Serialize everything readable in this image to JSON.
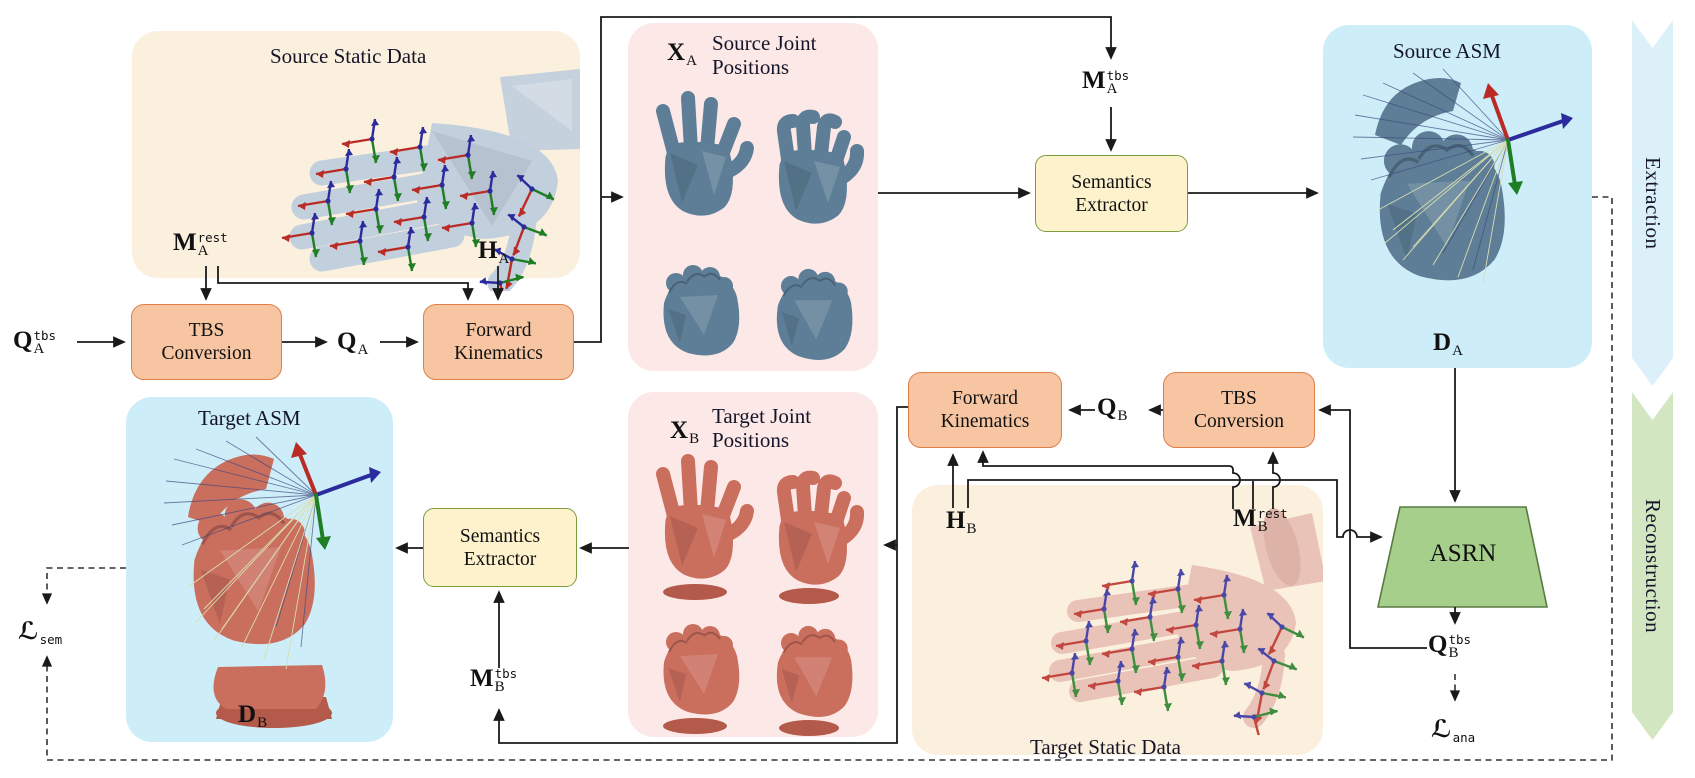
{
  "colors": {
    "box_cream": "#fbf0dd",
    "box_pink": "#fce9e7",
    "box_blue": "#cdeef8",
    "box_orange_fill": "#f7c5a2",
    "box_orange_border": "#df8049",
    "box_yellow_fill": "#fdf2cc",
    "box_yellow_border": "#7d9c3e",
    "asrn_fill": "#a7cf8c",
    "asrn_border": "#5a7a42",
    "ribbon_blue": "#dcf0f9",
    "ribbon_green": "#d2e6c1",
    "line": "#1a1a1a",
    "hand_blue": "#5d7e96",
    "hand_blue_pale": "#c2cfdc",
    "hand_red": "#ca6e5e",
    "hand_red_pale": "#e6bcb2",
    "axis_red": "#b92b24",
    "axis_green": "#1f7d24",
    "axis_blue": "#2b2b9e",
    "ray_navy": "#3c477f",
    "ray_yellow": "#d8ddb0"
  },
  "figure": {
    "source_static": {
      "title": "Source Static Data"
    },
    "source_joint": {
      "title1": "Source Joint",
      "title2": "Positions"
    },
    "sem_ext_top": {
      "l1": "Semantics",
      "l2": "Extractor"
    },
    "source_asm": {
      "title": "Source ASM"
    },
    "tbs_top": {
      "l1": "TBS",
      "l2": "Conversion"
    },
    "fk_top": {
      "l1": "Forward",
      "l2": "Kinematics"
    },
    "target_asm": {
      "title": "Target ASM"
    },
    "sem_ext_bottom": {
      "l1": "Semantics",
      "l2": "Extractor"
    },
    "target_joint": {
      "title1": "Target Joint",
      "title2": "Positions"
    },
    "fk_bottom": {
      "l1": "Forward",
      "l2": "Kinematics"
    },
    "tbs_bottom": {
      "l1": "TBS",
      "l2": "Conversion"
    },
    "target_static": {
      "title": "Target Static Data"
    },
    "asrn": {
      "label": "ASRN"
    },
    "ribbon_extraction": "Extraction",
    "ribbon_reconstruction": "Reconstruction"
  },
  "math": {
    "qa_tbs": {
      "base": "Q",
      "sup": "tbs",
      "sub": "A"
    },
    "ma_rest": {
      "base": "M",
      "sup": "rest",
      "sub": "A"
    },
    "qa": {
      "base": "Q",
      "sub": "A"
    },
    "ha": {
      "base": "H",
      "sub": "A"
    },
    "ma_tbs": {
      "base": "M",
      "sup": "tbs",
      "sub": "A"
    },
    "xa": {
      "base": "X",
      "sub": "A"
    },
    "da": {
      "base": "D",
      "sub": "A"
    },
    "db": {
      "base": "D",
      "sub": "B"
    },
    "xb": {
      "base": "X",
      "sub": "B"
    },
    "hb": {
      "base": "H",
      "sub": "B"
    },
    "mb_rest": {
      "base": "M",
      "sup": "rest",
      "sub": "B"
    },
    "qb": {
      "base": "Q",
      "sub": "B"
    },
    "mb_tbs": {
      "base": "M",
      "sup": "tbs",
      "sub": "B"
    },
    "qb_tbs": {
      "base": "Q",
      "sup": "tbs",
      "sub": "B"
    },
    "l_sem": {
      "base": "ℒ",
      "sub": "sem"
    },
    "l_ana": {
      "base": "ℒ",
      "sub": "ana"
    }
  }
}
